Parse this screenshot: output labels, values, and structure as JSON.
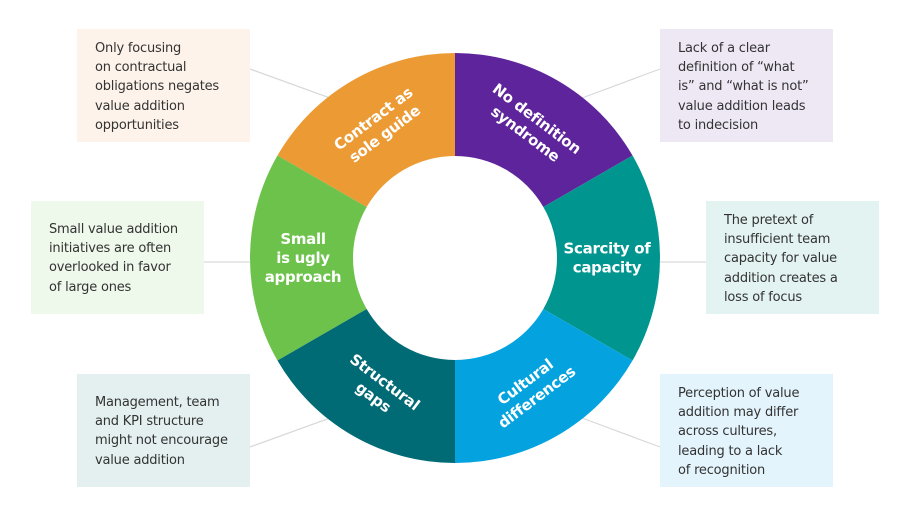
{
  "diagram": {
    "type": "donut-cycle",
    "segments": [
      {
        "id": "contract",
        "label_lines": [
          "Contract as",
          "sole guide"
        ],
        "color": "#EC9B34",
        "description": "Only focusing\non contractual\nobligations negates\nvalue addition\nopportunities",
        "box_color": "#FDF3EA"
      },
      {
        "id": "no-definition",
        "label_lines": [
          "No definition",
          "syndrome"
        ],
        "color": "#5E249B",
        "description": "Lack of a clear\ndefinition of “what\nis” and “what is not”\nvalue addition leads\nto indecision",
        "box_color": "#EEE8F5"
      },
      {
        "id": "small-ugly",
        "label_lines": [
          "Small",
          "is ugly",
          "approach"
        ],
        "color": "#6CC24A",
        "description": "Small value addition\ninitiatives are often\noverlooked in favor\nof large ones",
        "box_color": "#EEF8EB"
      },
      {
        "id": "scarcity",
        "label_lines": [
          "Scarcity of",
          "capacity"
        ],
        "color": "#00968F",
        "description": "The pretext of\ninsufficient team\ncapacity for value\naddition creates a\nloss of focus",
        "box_color": "#E3F3F2"
      },
      {
        "id": "structural",
        "label_lines": [
          "Structural",
          "gaps"
        ],
        "color": "#006A75",
        "description": "Management, team\nand KPI structure\nmight not encourage\nvalue addition",
        "box_color": "#E4EFEF"
      },
      {
        "id": "cultural",
        "label_lines": [
          "Cultural",
          "differences"
        ],
        "color": "#04A3E0",
        "description": "Perception of value\naddition may differ\nacross cultures,\nleading to a lack\nof recognition",
        "box_color": "#E3F4FC"
      }
    ],
    "connector_color": "#D9D9D9"
  }
}
